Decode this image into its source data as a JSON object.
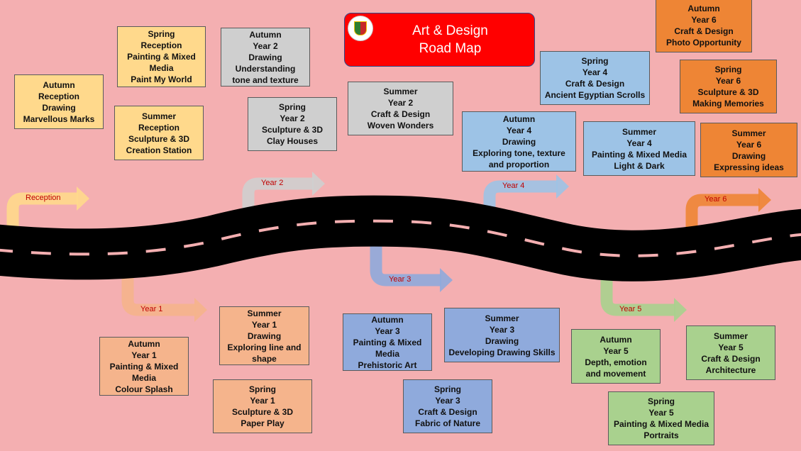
{
  "title": {
    "line1": "Art & Design",
    "line2": "Road Map"
  },
  "logo": {
    "name": "school-crest"
  },
  "colors": {
    "background": "#f4afb1",
    "title": "#ff0000",
    "road": "#000000"
  },
  "arrows": {
    "reception": "Reception",
    "year1": "Year 1",
    "year2": "Year 2",
    "year3": "Year 3",
    "year4": "Year 4",
    "year5": "Year 5",
    "year6": "Year 6"
  },
  "boxes": {
    "autumn_reception": [
      "Autumn",
      "Reception",
      "Drawing",
      "Marvellous Marks"
    ],
    "spring_reception": [
      "Spring",
      "Reception",
      "Painting & Mixed",
      "Media",
      "Paint My World"
    ],
    "summer_reception": [
      "Summer",
      "Reception",
      "Sculpture & 3D",
      "Creation Station"
    ],
    "autumn_y2": [
      "Autumn",
      "Year 2",
      "Drawing",
      "Understanding",
      "tone and texture"
    ],
    "spring_y2": [
      "Spring",
      "Year 2",
      "Sculpture & 3D",
      "Clay Houses"
    ],
    "summer_y2": [
      "Summer",
      "Year 2",
      "Craft & Design",
      "Woven Wonders"
    ],
    "autumn_y4": [
      "Autumn",
      "Year 4",
      "Drawing",
      "Exploring tone, texture",
      "and proportion"
    ],
    "spring_y4": [
      "Spring",
      "Year 4",
      "Craft & Design",
      "Ancient Egyptian Scrolls"
    ],
    "summer_y4": [
      "Summer",
      "Year 4",
      "Painting & Mixed Media",
      "Light & Dark"
    ],
    "autumn_y6": [
      "Autumn",
      "Year 6",
      "Craft & Design",
      "Photo Opportunity"
    ],
    "spring_y6": [
      "Spring",
      "Year 6",
      "Sculpture & 3D",
      "Making Memories"
    ],
    "summer_y6": [
      "Summer",
      "Year 6",
      "Drawing",
      "Expressing ideas"
    ],
    "autumn_y1": [
      "Autumn",
      "Year 1",
      "Painting & Mixed",
      "Media",
      "Colour Splash"
    ],
    "summer_y1": [
      "Summer",
      "Year 1",
      "Drawing",
      "Exploring line and",
      "shape"
    ],
    "spring_y1": [
      "Spring",
      "Year 1",
      "Sculpture & 3D",
      "Paper Play"
    ],
    "autumn_y3": [
      "Autumn",
      "Year 3",
      "Painting & Mixed",
      "Media",
      "Prehistoric Art"
    ],
    "summer_y3": [
      "Summer",
      "Year 3",
      "Drawing",
      "Developing Drawing Skills"
    ],
    "spring_y3": [
      "Spring",
      "Year 3",
      "Craft & Design",
      "Fabric of Nature"
    ],
    "autumn_y5": [
      "Autumn",
      "Year 5",
      "Depth, emotion",
      "and movement"
    ],
    "summer_y5": [
      "Summer",
      "Year 5",
      "Craft & Design",
      "Architecture"
    ],
    "spring_y5": [
      "Spring",
      "Year 5",
      "Painting & Mixed Media",
      "Portraits"
    ]
  }
}
